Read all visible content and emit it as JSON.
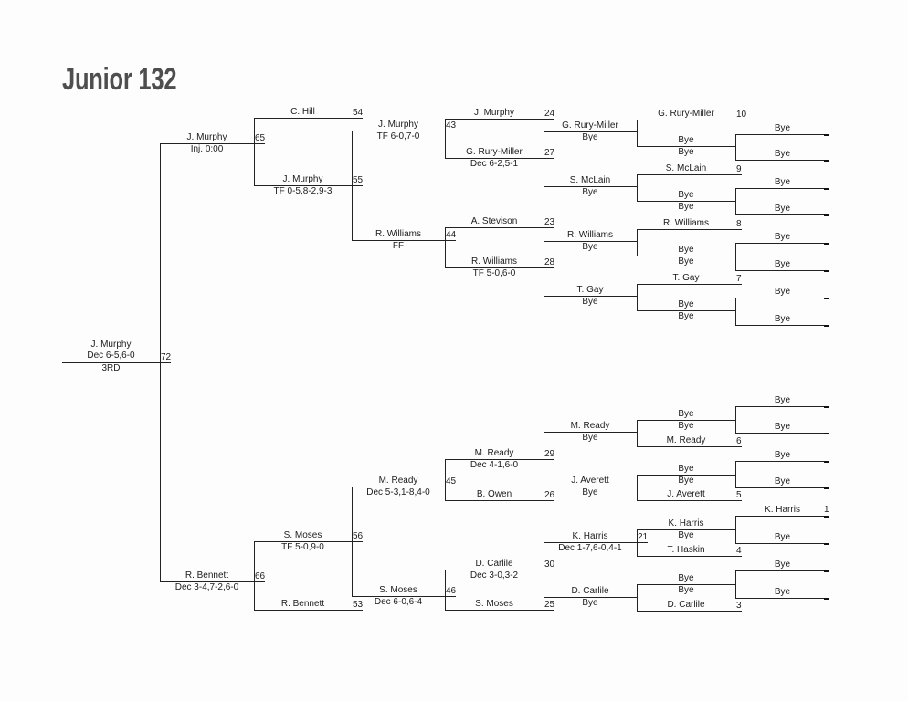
{
  "title": "Junior 132",
  "bracket": {
    "rounds": [
      [
        {
          "name": "J. Murphy",
          "bout": "72",
          "result": "Dec 6-5,6-0",
          "place": "3RD"
        }
      ],
      [
        {
          "name": "J. Murphy",
          "bout": "65",
          "result": "Inj. 0:00"
        },
        {
          "name": "R. Bennett",
          "bout": "66",
          "result": "Dec 3-4,7-2,6-0"
        }
      ],
      [
        {
          "name": "C. Hill",
          "bout": "54"
        },
        {
          "name": "J. Murphy",
          "bout": "55",
          "result": "TF 0-5,8-2,9-3"
        },
        {
          "name": "S. Moses",
          "bout": "56",
          "result": "TF 5-0,9-0"
        },
        {
          "name": "R. Bennett",
          "bout": "53"
        }
      ],
      [
        {
          "name": "J. Murphy",
          "bout": "43",
          "result": "TF 6-0,7-0"
        },
        {
          "name": "R. Williams",
          "bout": "44",
          "result": "FF"
        },
        {
          "name": "M. Ready",
          "bout": "45",
          "result": "Dec 5-3,1-8,4-0"
        },
        {
          "name": "S. Moses",
          "bout": "46",
          "result": "Dec 6-0,6-4"
        }
      ],
      [
        {
          "name": "J. Murphy",
          "bout": "24"
        },
        {
          "name": "G. Rury-Miller",
          "bout": "27",
          "result": "Dec 6-2,5-1"
        },
        {
          "name": "A. Stevison",
          "bout": "23"
        },
        {
          "name": "R. Williams",
          "bout": "28",
          "result": "TF 5-0,6-0"
        },
        {
          "name": "M. Ready",
          "bout": "29",
          "result": "Dec 4-1,6-0"
        },
        {
          "name": "B. Owen",
          "bout": "26"
        },
        {
          "name": "D. Carlile",
          "bout": "30",
          "result": "Dec 3-0,3-2"
        },
        {
          "name": "S. Moses",
          "bout": "25"
        }
      ],
      [
        {
          "name": "G. Rury-Miller",
          "result": "Bye"
        },
        {
          "name": "S. McLain",
          "result": "Bye"
        },
        {
          "name": "R. Williams",
          "result": "Bye"
        },
        {
          "name": "T. Gay",
          "result": "Bye"
        },
        {
          "name": "M. Ready",
          "result": "Bye"
        },
        {
          "name": "J. Averett",
          "result": "Bye"
        },
        {
          "name": "K. Harris",
          "bout": "21",
          "result": "Dec 1-7,6-0,4-1"
        },
        {
          "name": "D. Carlile",
          "result": "Bye"
        }
      ],
      [
        {
          "name": "G. Rury-Miller",
          "bout": "10"
        },
        {
          "name": "Bye",
          "result": "Bye"
        },
        {
          "name": "S. McLain",
          "bout": "9"
        },
        {
          "name": "Bye",
          "result": "Bye"
        },
        {
          "name": "R. Williams",
          "bout": "8"
        },
        {
          "name": "Bye",
          "result": "Bye"
        },
        {
          "name": "T. Gay",
          "bout": "7"
        },
        {
          "name": "Bye",
          "result": "Bye"
        },
        {
          "name": "Bye",
          "result": "Bye"
        },
        {
          "name": "M. Ready",
          "bout": "6"
        },
        {
          "name": "Bye",
          "result": "Bye"
        },
        {
          "name": "J. Averett",
          "bout": "5"
        },
        {
          "name": "K. Harris",
          "result": "Bye"
        },
        {
          "name": "T. Haskin",
          "bout": "4"
        },
        {
          "name": "Bye",
          "result": "Bye"
        },
        {
          "name": "D. Carlile",
          "bout": "3"
        }
      ],
      [
        {
          "name": "Bye"
        },
        {
          "name": "Bye"
        },
        {
          "name": "Bye"
        },
        {
          "name": "Bye"
        },
        {
          "name": "Bye"
        },
        {
          "name": "Bye"
        },
        {
          "name": "Bye"
        },
        {
          "name": "Bye"
        },
        {
          "name": "Bye"
        },
        {
          "name": "Bye"
        },
        {
          "name": "Bye"
        },
        {
          "name": "Bye"
        },
        {
          "name": "K. Harris",
          "bout": "1"
        },
        {
          "name": "Bye"
        },
        {
          "name": "Bye"
        },
        {
          "name": "Bye"
        }
      ]
    ]
  }
}
